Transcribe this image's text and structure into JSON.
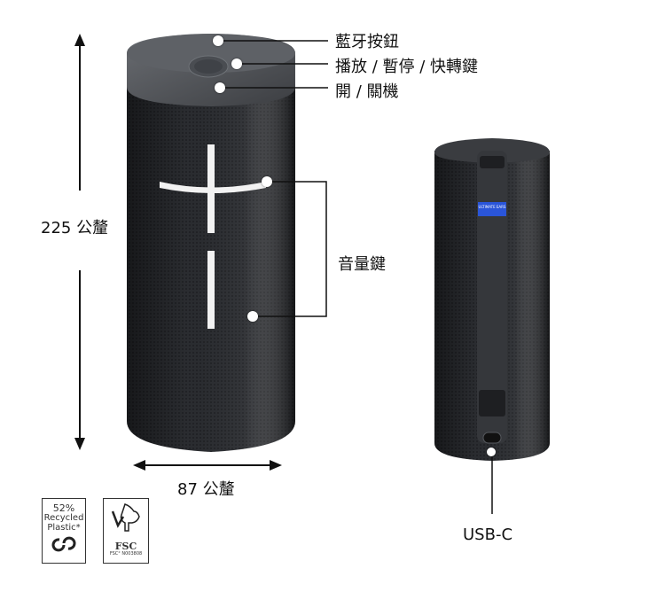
{
  "front_labels": {
    "bluetooth_button": "藍牙按鈕",
    "play_pause_skip": "播放 / 暫停 / 快轉鍵",
    "power": "開 / 關機",
    "volume": "音量鍵"
  },
  "dimensions": {
    "height": "225 公釐",
    "width": "87 公釐"
  },
  "rear": {
    "strap_badge": "ULTIMATE EARS",
    "port_label": "USB-C"
  },
  "badges": {
    "recycled_line1": "52%",
    "recycled_line2": "Recycled",
    "recycled_line3": "Plastic*",
    "fsc_label": "FSC",
    "fsc_code": "FSC° N003808"
  },
  "colors": {
    "speaker_body": "#2b2d31",
    "speaker_top": "#55585d",
    "strap": "#3a3c40",
    "badge_blue": "#2a55d9"
  }
}
